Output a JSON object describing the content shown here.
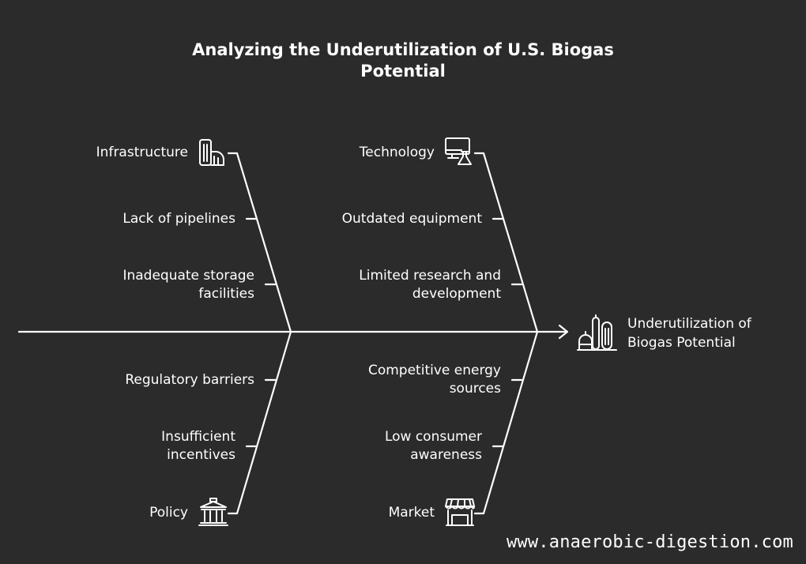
{
  "title_lines": [
    "Analyzing the Underutilization of U.S. Biogas",
    "Potential"
  ],
  "effect_lines": [
    "Underutilization of",
    "Biogas Potential"
  ],
  "categories": {
    "infrastructure": {
      "name": "Infrastructure",
      "icon": "infrastructure-building-icon",
      "causes": [
        [
          "Lack of pipelines"
        ],
        [
          "Inadequate storage",
          "facilities"
        ]
      ]
    },
    "technology": {
      "name": "Technology",
      "icon": "technology-monitor-flask-icon",
      "causes": [
        [
          "Outdated equipment"
        ],
        [
          "Limited research and",
          "development"
        ]
      ]
    },
    "policy": {
      "name": "Policy",
      "icon": "policy-courthouse-icon",
      "causes": [
        [
          "Regulatory barriers"
        ],
        [
          "Insufficient",
          "incentives"
        ]
      ]
    },
    "market": {
      "name": "Market",
      "icon": "market-storefront-icon",
      "causes": [
        [
          "Competitive energy",
          "sources"
        ],
        [
          "Low consumer",
          "awareness"
        ]
      ]
    }
  },
  "effect_icon": "biogas-plant-icon",
  "watermark": "www.anaerobic-digestion.com",
  "colors": {
    "background": "#2b2b2b",
    "foreground": "#ffffff"
  }
}
